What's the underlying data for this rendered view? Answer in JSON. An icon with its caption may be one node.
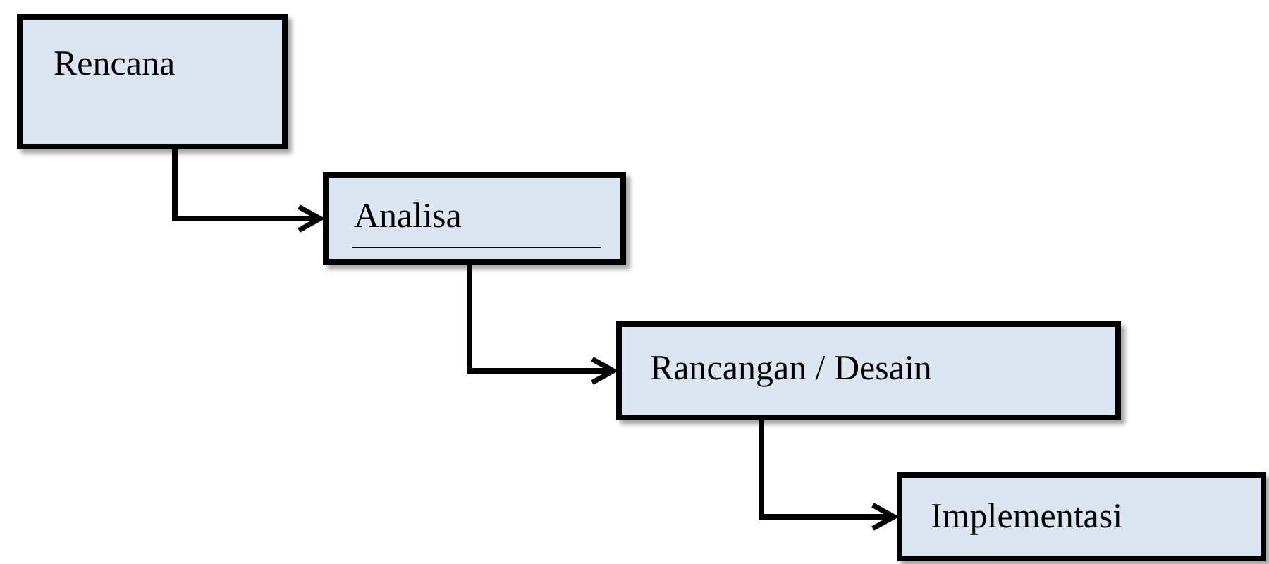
{
  "diagram": {
    "nodes": [
      {
        "text": [
          "Rencana"
        ]
      },
      {
        "text": [
          "Analisa"
        ]
      },
      {
        "text": [
          "Rancangan / Desain"
        ]
      },
      {
        "text": [
          "Implementasi"
        ]
      }
    ],
    "edges": [
      {
        "from": 0,
        "to": 1,
        "arrow": "to"
      },
      {
        "from": 1,
        "to": 2,
        "arrow": "to"
      },
      {
        "from": 2,
        "to": 3,
        "arrow": "to"
      }
    ]
  }
}
